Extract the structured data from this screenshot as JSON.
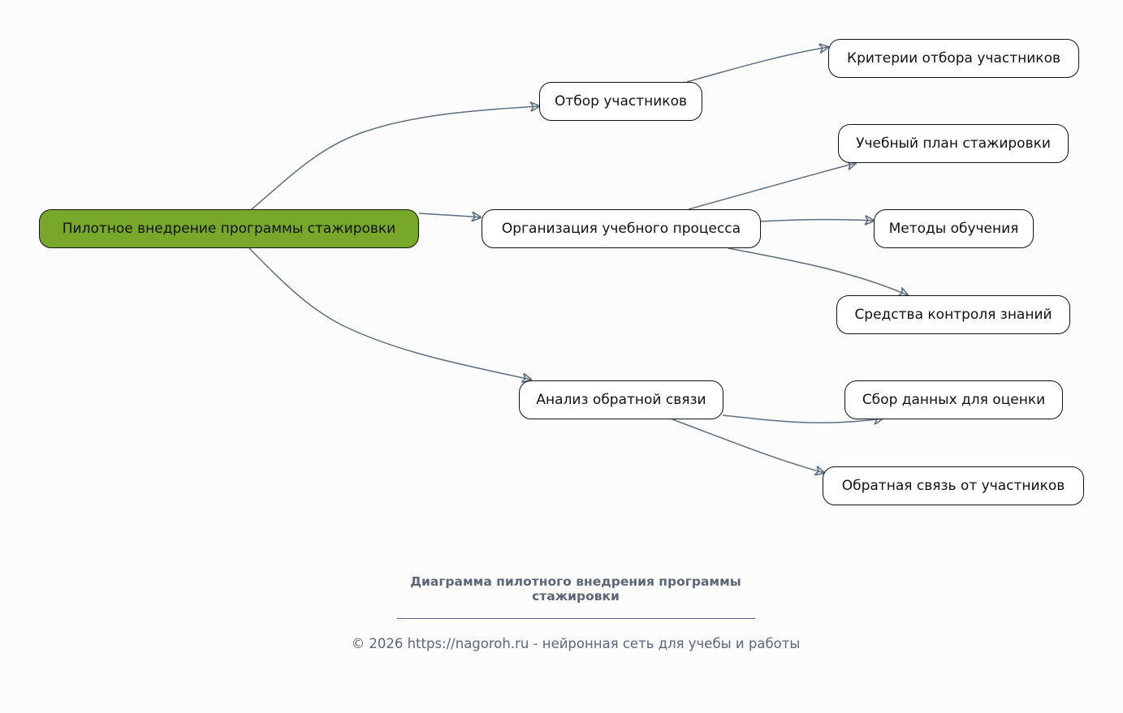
{
  "diagram": {
    "colors": {
      "root_fill": "#78a82a",
      "node_fill": "#ffffff",
      "edge": "#5f6e7e",
      "caption": "#5b6777"
    },
    "nodes": {
      "root": "Пилотное внедрение программы стажировки",
      "selection": "Отбор участников",
      "selection_criteria": "Критерии отбора участников",
      "organization": "Организация учебного процесса",
      "curriculum": "Учебный план стажировки",
      "methods": "Методы обучения",
      "assessment_tools": "Средства контроля знаний",
      "feedback_analysis": "Анализ обратной связи",
      "data_collection": "Сбор данных для оценки",
      "participant_feedback": "Обратная связь от участников"
    },
    "edges": [
      [
        "root",
        "selection"
      ],
      [
        "root",
        "organization"
      ],
      [
        "root",
        "feedback_analysis"
      ],
      [
        "selection",
        "selection_criteria"
      ],
      [
        "organization",
        "curriculum"
      ],
      [
        "organization",
        "methods"
      ],
      [
        "organization",
        "assessment_tools"
      ],
      [
        "feedback_analysis",
        "data_collection"
      ],
      [
        "feedback_analysis",
        "participant_feedback"
      ]
    ]
  },
  "caption": {
    "title": "Диаграмма пилотного внедрения программы стажировки",
    "footer": "© 2026 https://nagoroh.ru - нейронная сеть для учебы и работы"
  }
}
